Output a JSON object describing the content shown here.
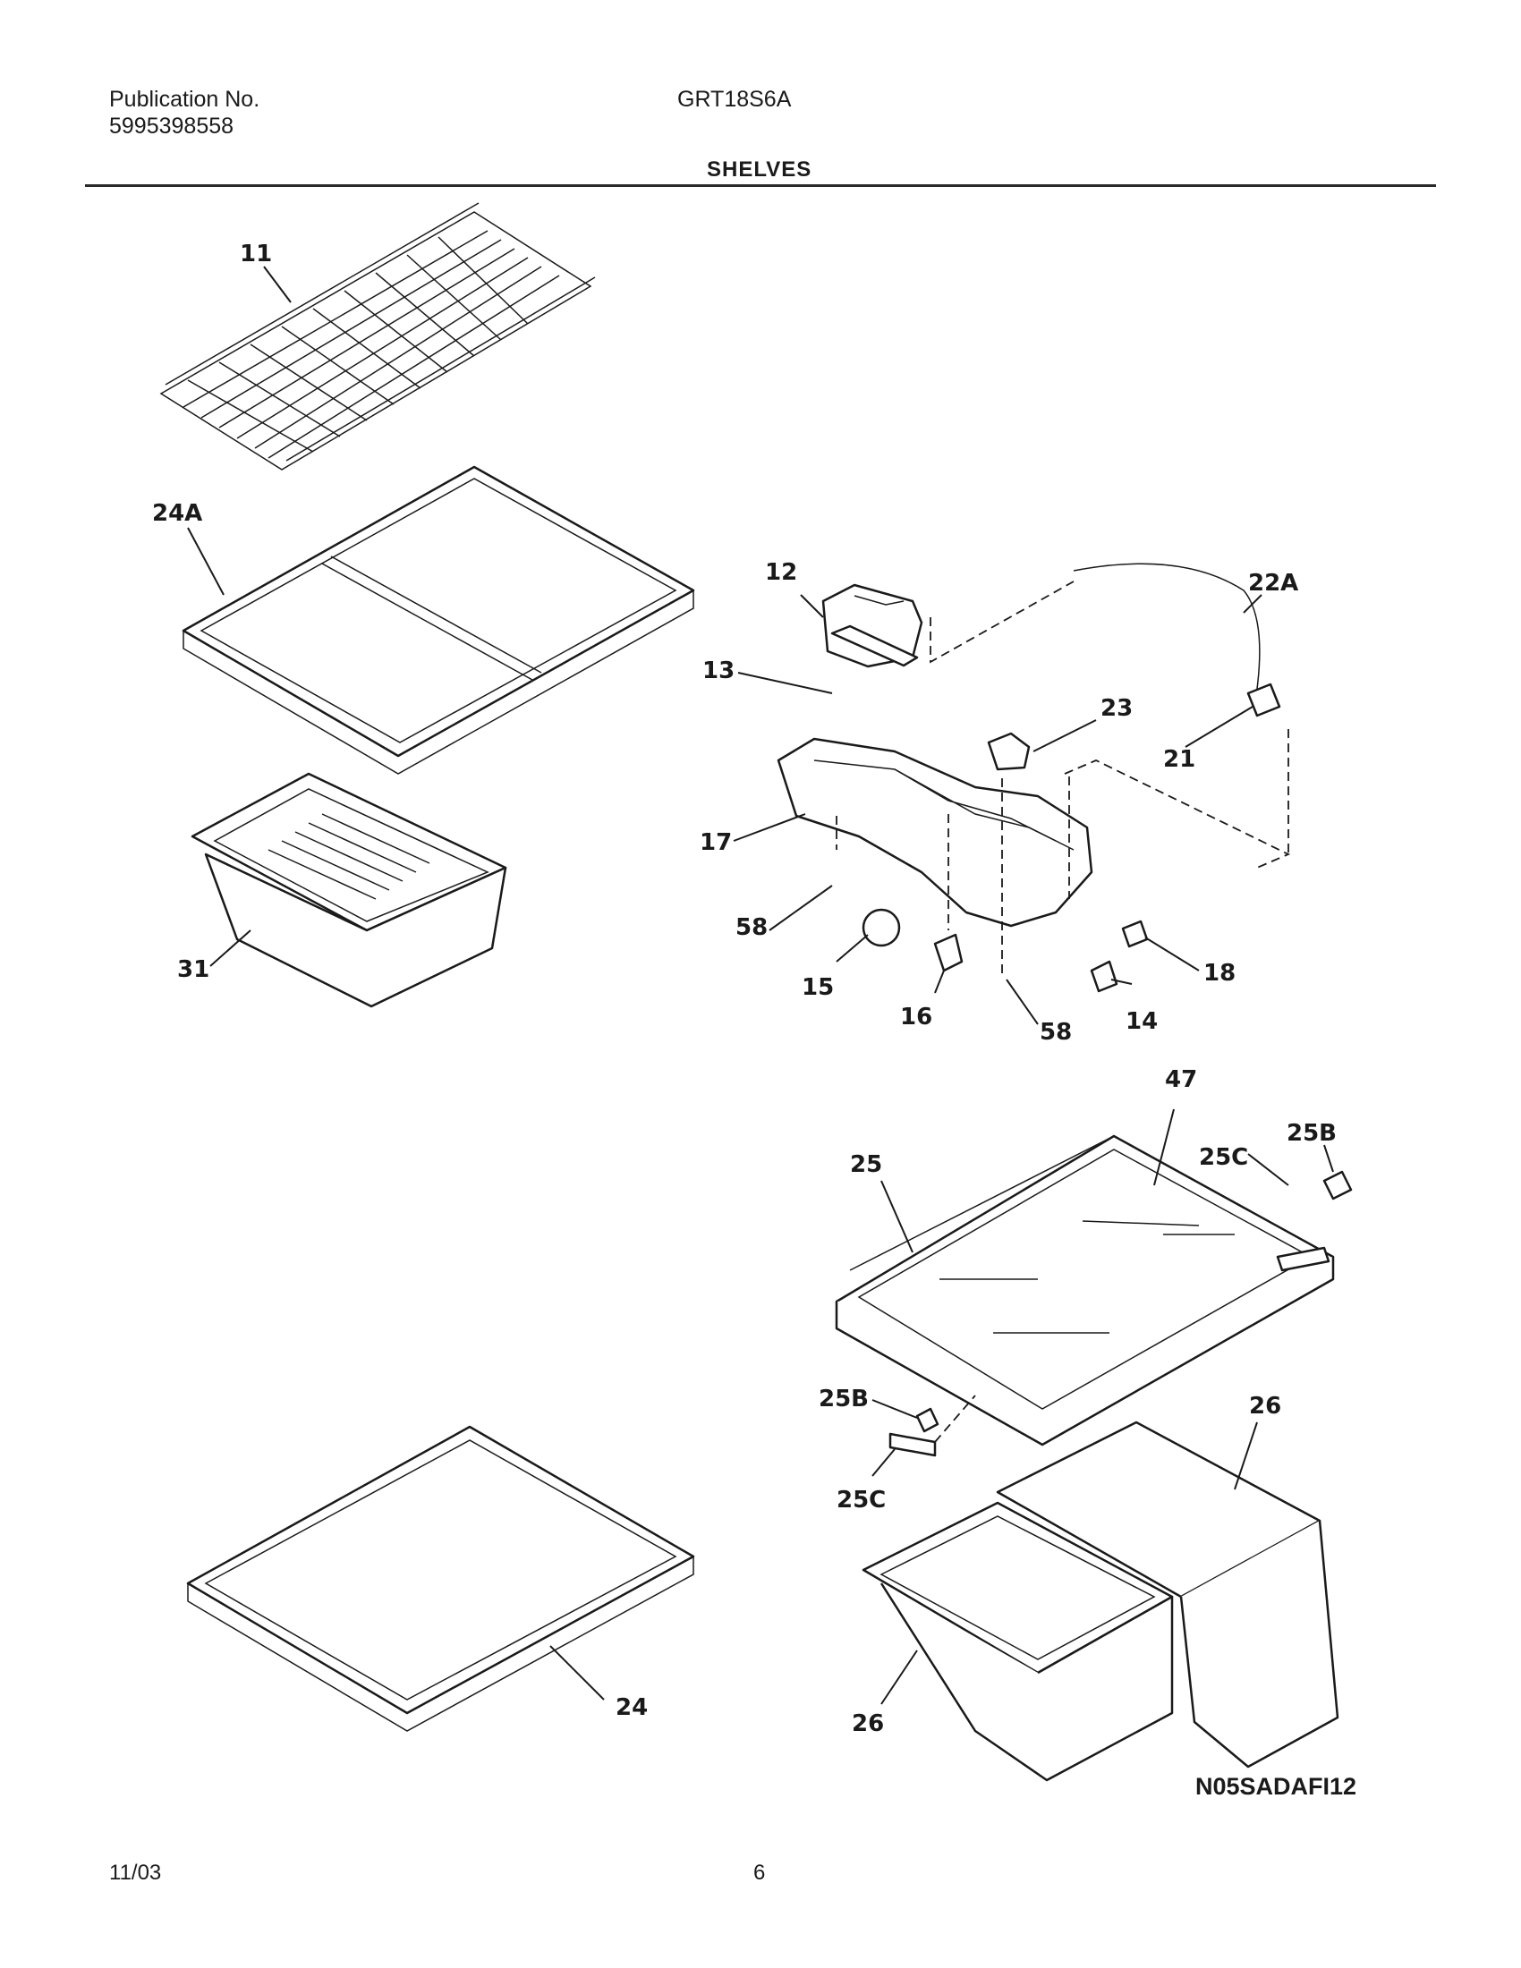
{
  "header": {
    "publication_label": "Publication No.",
    "publication_number": "5995398558",
    "model": "GRT18S6A",
    "section_title": "SHELVES"
  },
  "diagram": {
    "callouts": [
      "11",
      "24A",
      "31",
      "12",
      "13",
      "17",
      "58",
      "15",
      "16",
      "58",
      "14",
      "18",
      "23",
      "21",
      "22A",
      "47",
      "25",
      "25C",
      "25B",
      "25B",
      "25C",
      "26",
      "26",
      "24"
    ],
    "drawing_code": "N05SADAFI12"
  },
  "footer": {
    "date": "11/03",
    "page": "6"
  }
}
